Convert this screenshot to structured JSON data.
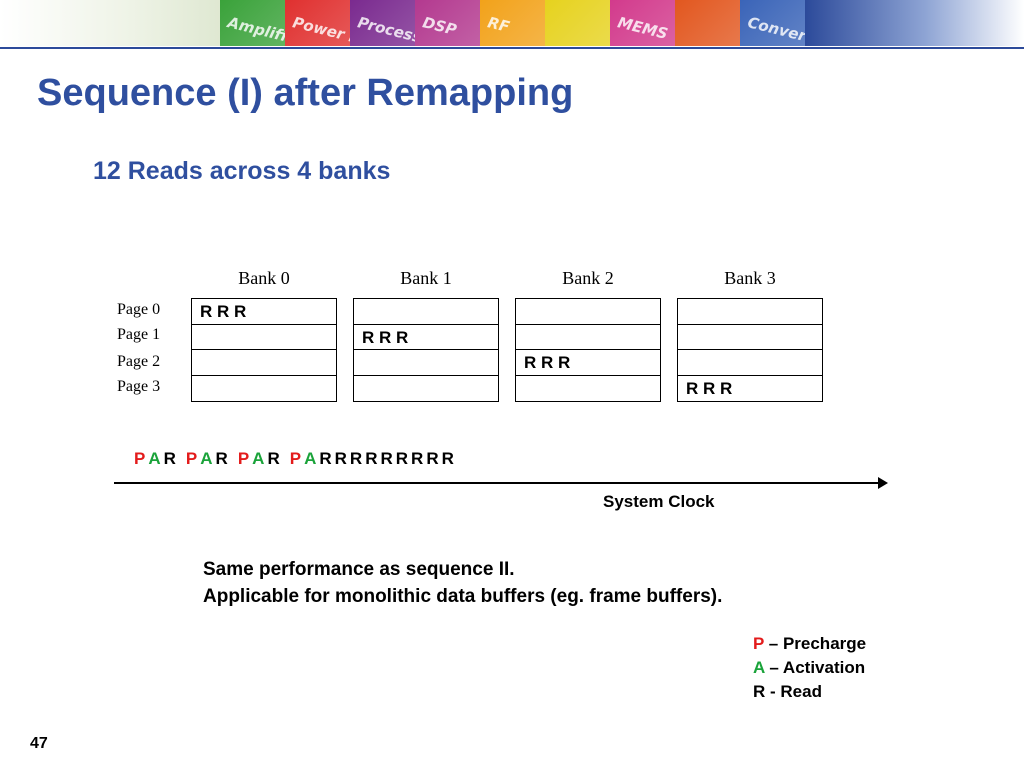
{
  "banner": {
    "tiles": [
      {
        "label": "Amplifiers",
        "color": "#3aa23a"
      },
      {
        "label": "Power Management",
        "color": "#e0302f"
      },
      {
        "label": "Processors",
        "color": "#7a2a8f"
      },
      {
        "label": "DSP",
        "color": "#b3398f"
      },
      {
        "label": "RF",
        "color": "#f2a21a"
      },
      {
        "label": "",
        "color": "#e6d21e"
      },
      {
        "label": "MEMS",
        "color": "#d23a8c"
      },
      {
        "label": "",
        "color": "#e2571f"
      },
      {
        "label": "Converters",
        "color": "#3a64b8"
      }
    ]
  },
  "slide": {
    "title": "Sequence (I) after Remapping",
    "subtitle": "12 Reads across 4 banks",
    "number": "47"
  },
  "banks": {
    "headers": [
      "Bank 0",
      "Bank 1",
      "Bank 2",
      "Bank 3"
    ],
    "pages": [
      "Page 0",
      "Page 1",
      "Page 2",
      "Page 3"
    ],
    "cells": [
      [
        "R  R  R",
        "",
        "",
        ""
      ],
      [
        "",
        "R  R  R",
        "",
        ""
      ],
      [
        "",
        "",
        "R  R  R",
        ""
      ],
      [
        "",
        "",
        "",
        "R  R  R"
      ]
    ]
  },
  "timeline": {
    "sequence": [
      "P",
      "A",
      "R",
      "P",
      "A",
      "R",
      "P",
      "A",
      "R",
      "P",
      "A",
      "R",
      "R",
      "R",
      "R",
      "R",
      "R",
      "R",
      "R",
      "R"
    ],
    "axis_label": "System Clock"
  },
  "notes": [
    "Same performance as sequence II.",
    "Applicable for monolithic data buffers (eg. frame buffers)."
  ],
  "legend": {
    "precharge_key": "P",
    "precharge_text": " – Precharge",
    "activation_key": "A",
    "activation_text": " – Activation",
    "read_text": "R - Read"
  },
  "colors": {
    "title": "#2f4f9f",
    "precharge": "#e31b1b",
    "activation": "#1aa33a",
    "read": "#000000"
  }
}
